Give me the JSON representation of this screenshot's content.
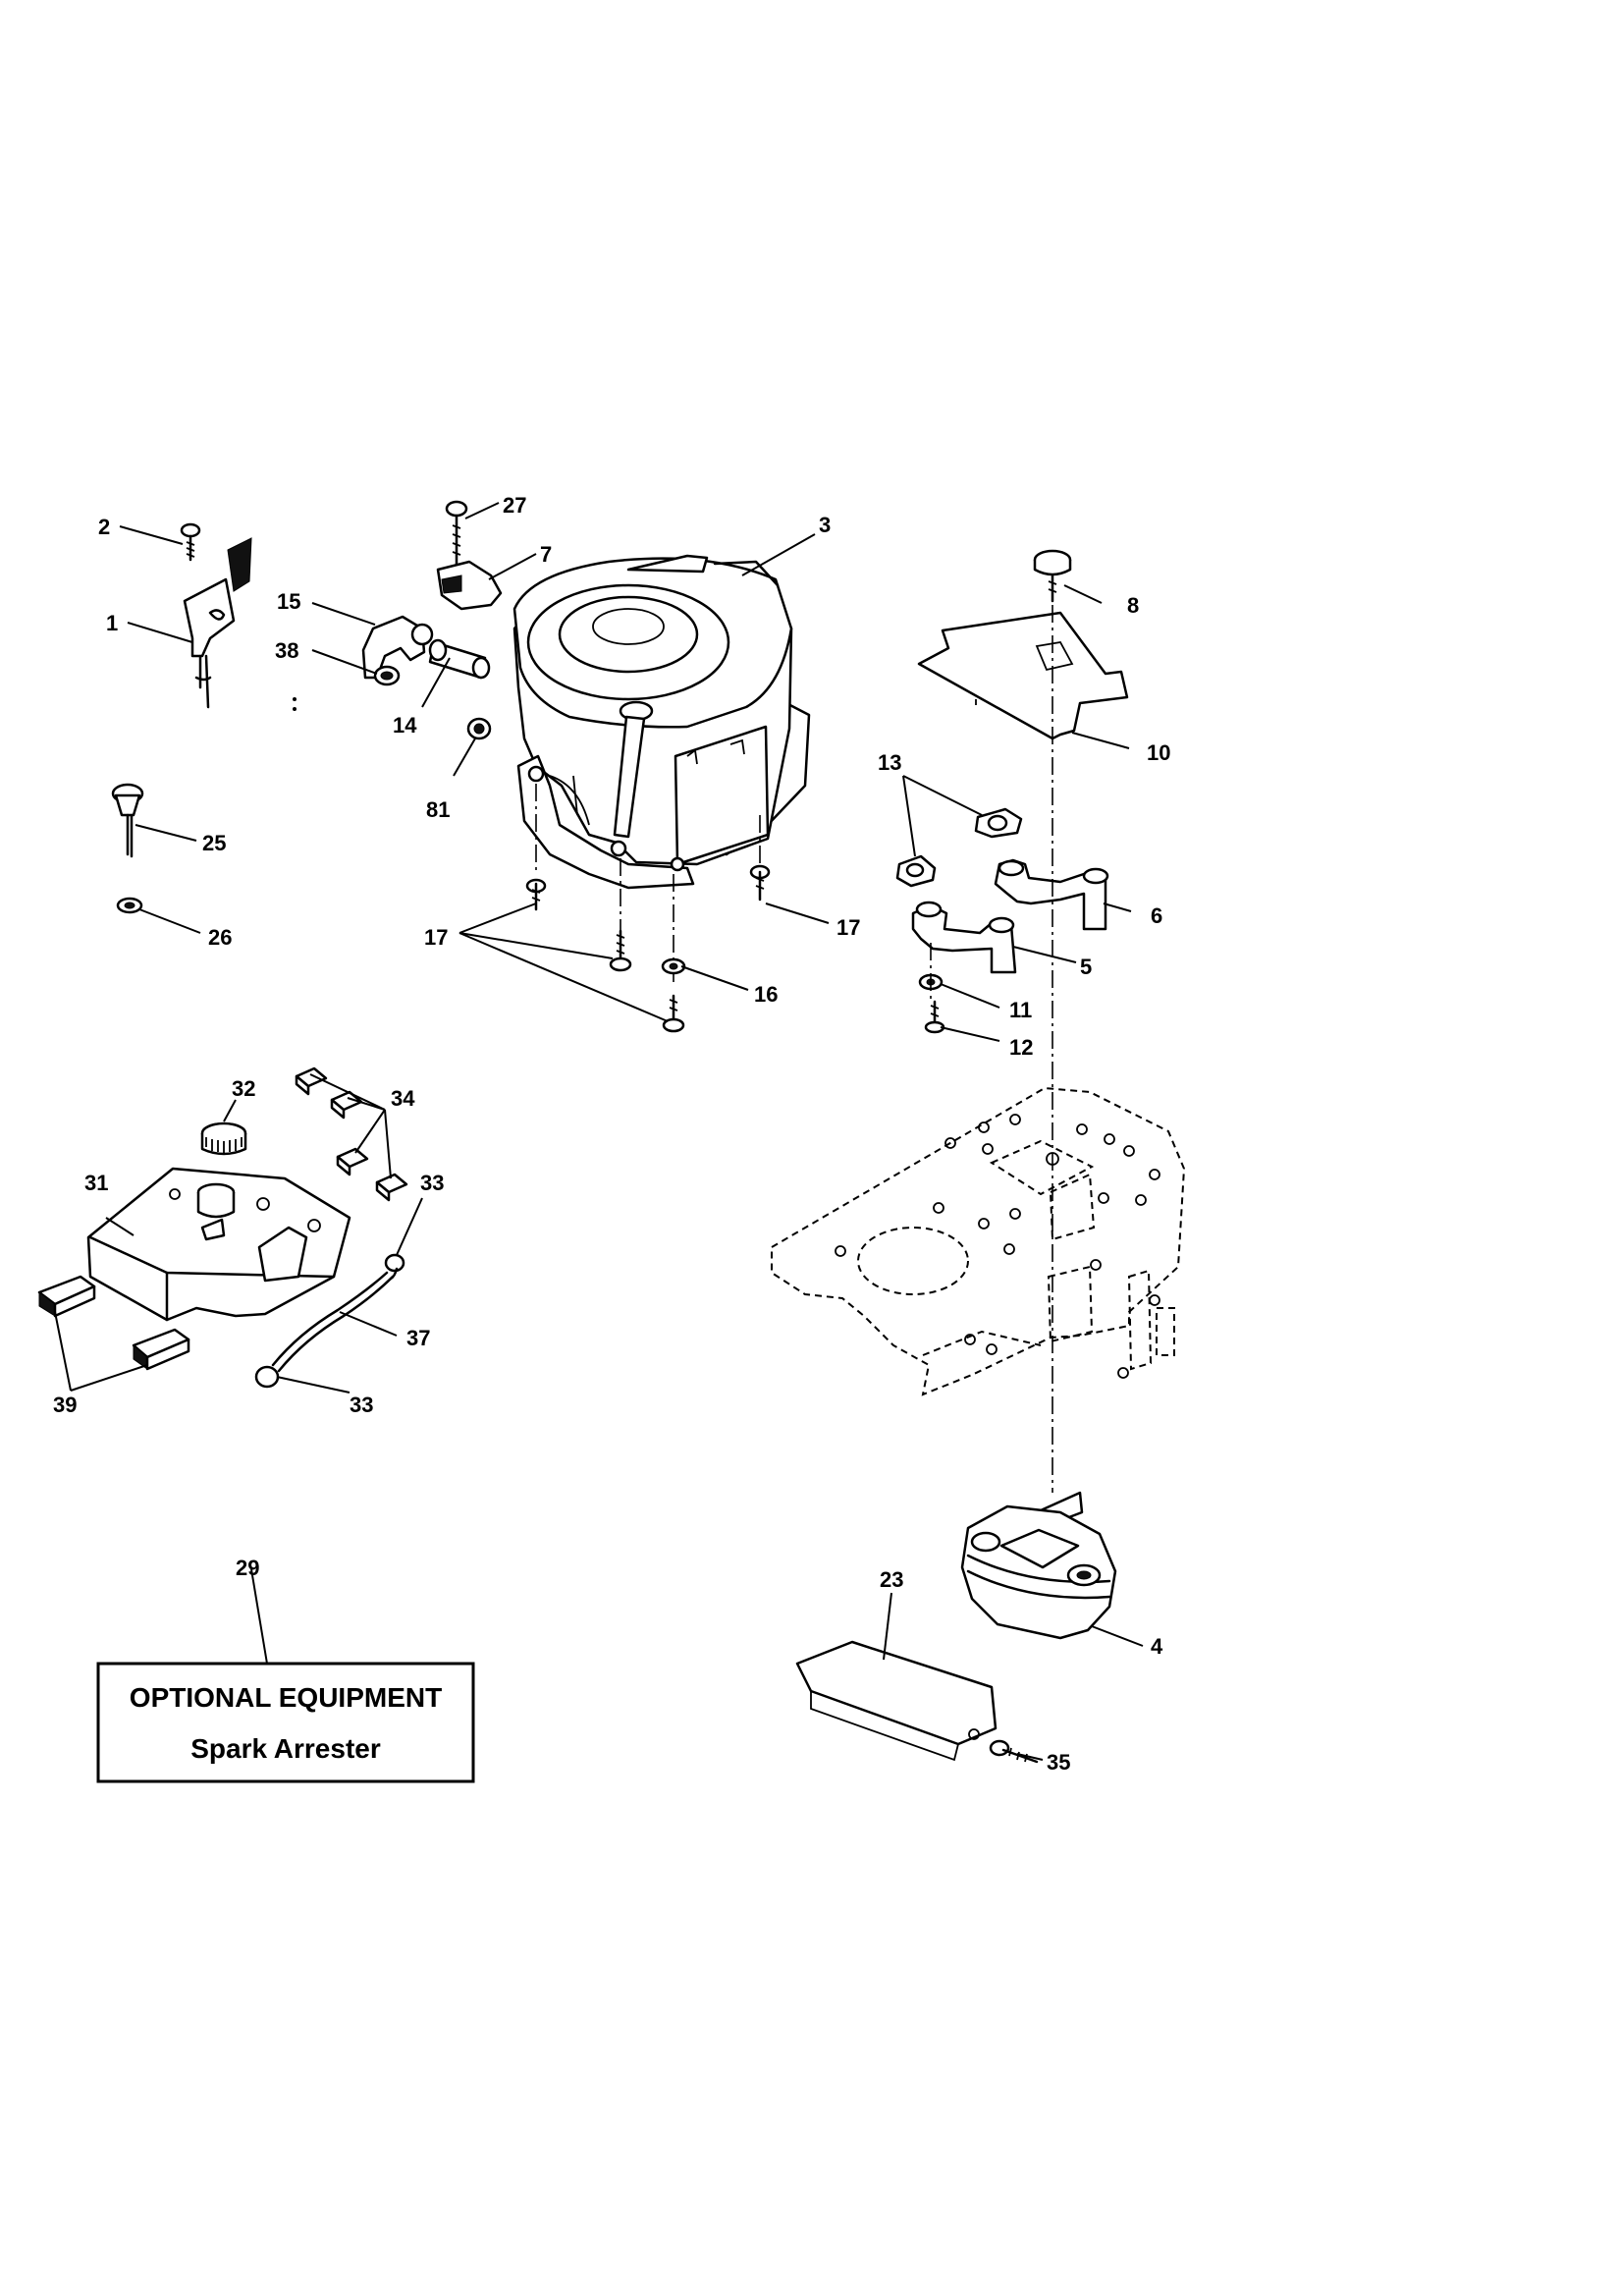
{
  "callouts": {
    "c1": "1",
    "c2": "2",
    "c3": "3",
    "c4": "4",
    "c5": "5",
    "c6": "6",
    "c7": "7",
    "c8": "8",
    "c10": "10",
    "c11": "11",
    "c12": "12",
    "c13": "13",
    "c14": "14",
    "c15": "15",
    "c16": "16",
    "c17a": "17",
    "c17b": "17",
    "c23": "23",
    "c25": "25",
    "c26": "26",
    "c27": "27",
    "c29": "29",
    "c31": "31",
    "c32": "32",
    "c33a": "33",
    "c33b": "33",
    "c34": "34",
    "c35": "35",
    "c37": "37",
    "c38": "38",
    "c39": "39",
    "c81": "81"
  },
  "optional_box": {
    "title": "OPTIONAL EQUIPMENT",
    "subtitle": "Spark Arrester"
  }
}
